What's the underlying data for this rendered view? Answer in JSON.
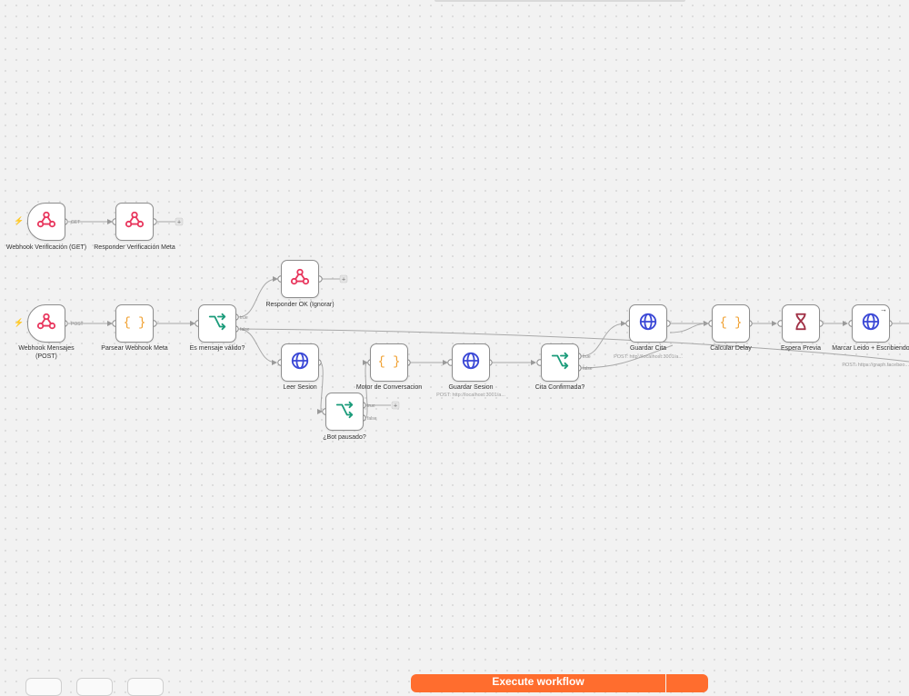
{
  "canvas": {
    "accent_color": "#ff6d2e",
    "bottom_button_label": "Execute workflow",
    "nodes": [
      {
        "id": "webhook_verificacion",
        "label": "Webhook Verificación (GET)",
        "icon": "webhook-icon",
        "color": "#e8365d"
      },
      {
        "id": "responder_verificacion",
        "label": "Responder Verificación Meta",
        "icon": "webhook-icon",
        "color": "#e8365d"
      },
      {
        "id": "webhook_mensajes",
        "label": "Webhook Mensajes (POST)",
        "icon": "webhook-icon",
        "color": "#e8365d"
      },
      {
        "id": "parsear_webhook",
        "label": "Parsear Webhook Meta",
        "icon": "code-icon",
        "color": "#f0a030"
      },
      {
        "id": "es_mensaje_valido",
        "label": "Es mensaje válido?",
        "icon": "if-icon",
        "color": "#1a9b7a"
      },
      {
        "id": "responder_ok",
        "label": "Responder OK (Ignorar)",
        "icon": "webhook-icon",
        "color": "#e8365d"
      },
      {
        "id": "leer_sesion",
        "label": "Leer Sesion",
        "icon": "globe-icon",
        "color": "#3b48d6"
      },
      {
        "id": "bot_pausado",
        "label": "¿Bot pausado?",
        "icon": "if-icon",
        "color": "#1a9b7a"
      },
      {
        "id": "motor_conversacion",
        "label": "Motor de Conversacion",
        "icon": "code-icon",
        "color": "#f0a030"
      },
      {
        "id": "guardar_sesion",
        "label": "Guardar Sesion",
        "sub": "POST: http://localhost:3001/a...",
        "icon": "globe-icon",
        "color": "#3b48d6"
      },
      {
        "id": "cita_confirmada",
        "label": "Cita Confirmada?",
        "icon": "if-icon",
        "color": "#1a9b7a"
      },
      {
        "id": "guardar_cita",
        "label": "Guardar Cita",
        "sub": "POST: http://localhost:3001/a...",
        "icon": "globe-icon",
        "color": "#3b48d6"
      },
      {
        "id": "calcular_delay",
        "label": "Calcular Delay",
        "icon": "code-icon",
        "color": "#f0a030"
      },
      {
        "id": "espera_previa",
        "label": "Espera Previa",
        "icon": "hourglass-icon",
        "color": "#a03045"
      },
      {
        "id": "marcar_leido",
        "label": "Marcar Leido + Escribiendo",
        "sub": "POST: https://graph.faceboo...",
        "icon": "globe-icon",
        "color": "#3b48d6"
      }
    ],
    "edge_labels": {
      "get": "GET",
      "post": "POST",
      "true": "true",
      "false": "false",
      "add": "+"
    }
  }
}
